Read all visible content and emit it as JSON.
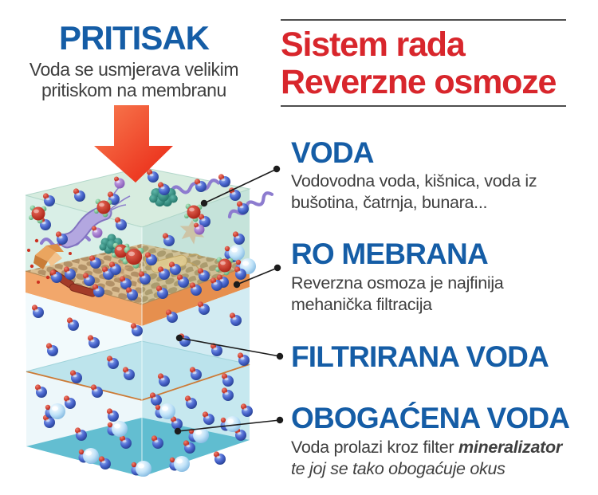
{
  "page_title": "Sistem rada Reverzne osmoze",
  "pressure": {
    "heading": "PRITISAK",
    "desc_line1": "Voda se usmjerava velikim",
    "desc_line2": "pritiskom na membranu"
  },
  "title": {
    "line1": "Sistem rada",
    "line2": "Reverzne osmoze"
  },
  "callouts": {
    "voda": {
      "heading": "VODA",
      "desc_line1": "Vodovodna voda, kišnica, voda iz",
      "desc_line2": "bušotina, čatrnja, bunara..."
    },
    "membrana": {
      "heading": "RO MEBRANA",
      "desc_line1": "Reverzna osmoza je najfinija",
      "desc_line2": "mehanička filtracija"
    },
    "filtrirana": {
      "heading": "FILTRIRANA VODA"
    },
    "obogacena": {
      "heading": "OBOGAĆENA VODA",
      "desc_pre": "Voda prolazi kroz filter ",
      "desc_em": "mineralizator",
      "desc_line2": "te joj se tako obogaćuje okus"
    }
  },
  "illustration": {
    "cube": "reverse-osmosis-cutaway-cube",
    "pressure_arrow": "down-arrow",
    "layers": [
      "voda",
      "ro-membrana",
      "filtrirana-voda",
      "obogaćena-voda"
    ],
    "contaminant_icons": [
      "bacteria-icon",
      "virus-cluster-icon",
      "mineral-crystal-icon",
      "molecule-icon"
    ]
  },
  "colors": {
    "heading_blue": "#155da6",
    "title_red": "#d8262c",
    "body_text": "#3f3f3f",
    "arrow_red": "#ee3a1f",
    "membrane_orange": "#f0a265",
    "water_top": "#d9efe7",
    "water_filtered": "#f2fafc",
    "water_mineralized": "#c6e8ef",
    "bottom_teal": "#57b9cd",
    "leader_line": "#1c1c1c"
  }
}
